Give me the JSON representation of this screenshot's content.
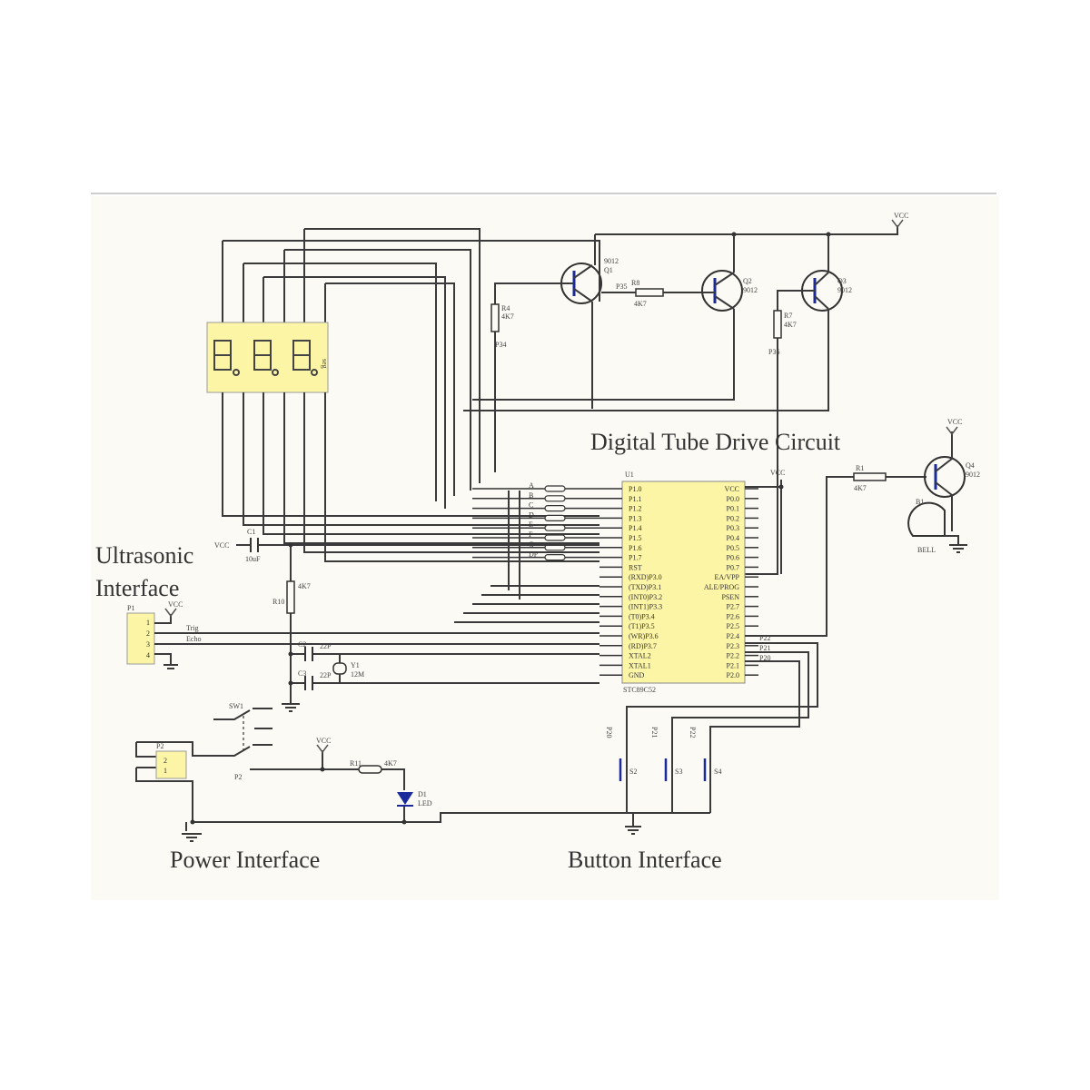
{
  "titles": {
    "digital_tube": "Digital Tube Drive  Circuit",
    "ultrasonic_1": "Ultrasonic",
    "ultrasonic_2": "Interface",
    "power": "Power Interface",
    "button": "Button Interface"
  },
  "labels": {
    "vcc": "VCC",
    "q1": "Q1",
    "q1_type": "9012",
    "q2": "Q2",
    "q2_type": "9012",
    "q3": "Q3",
    "q3_type": "9012",
    "q4": "Q4",
    "q4_type": "9012",
    "r4": "R4",
    "r4_val": "4K7",
    "p34": "P34",
    "r8": "R8",
    "r8_val": "4K7",
    "p35": "P35",
    "r7": "R7",
    "r7_val": "4K7",
    "p36": "P36",
    "r1": "R1",
    "r1_val": "4K7",
    "b1": "B1",
    "bell": "BELL",
    "seg": "seg",
    "u1": "U1",
    "mcu": "STC89C52",
    "c1": "C1",
    "c1_val": "10uF",
    "r10": "R10",
    "r10_val": "4K7",
    "p1": "P1",
    "trig": "Trig",
    "echo": "Echo",
    "c2": "C2",
    "c2_val": "22P",
    "c3": "C3",
    "c3_val": "22P",
    "y1": "Y1",
    "y1_val": "12M",
    "sw1": "SW1",
    "p2": "P2",
    "r11": "R11",
    "r11_val": "4K7",
    "d1": "D1",
    "led": "LED",
    "s2": "S2",
    "s3": "S3",
    "s4": "S4",
    "p20": "P20",
    "p21": "P21",
    "p22": "P22"
  },
  "mcu_pins": {
    "left": [
      "P1.0",
      "P1.1",
      "P1.2",
      "P1.3",
      "P1.4",
      "P1.5",
      "P1.6",
      "P1.7",
      "RST",
      "(RXD)P3.0",
      "(TXD)P3.1",
      "(INT0)P3.2",
      "(INT1)P3.3",
      "(T0)P3.4",
      "(T1)P3.5",
      "(WR)P3.6",
      "(RD)P3.7",
      "XTAL2",
      "XTAL1",
      "GND"
    ],
    "right": [
      "VCC",
      "P0.0",
      "P0.1",
      "P0.2",
      "P0.3",
      "P0.4",
      "P0.5",
      "P0.6",
      "P0.7",
      "EA/VPP",
      "ALE/PROG",
      "PSEN",
      "P2.7",
      "P2.6",
      "P2.5",
      "P2.4",
      "P2.3",
      "P2.2",
      "P2.1",
      "P2.0"
    ]
  },
  "resistor_net": [
    "A",
    "B",
    "C",
    "D",
    "E",
    "F",
    "G",
    "DP"
  ],
  "colors": {
    "yellow": "#fdf5a6",
    "blue": "#1a2a9a",
    "panel": "#fbfaf4"
  }
}
